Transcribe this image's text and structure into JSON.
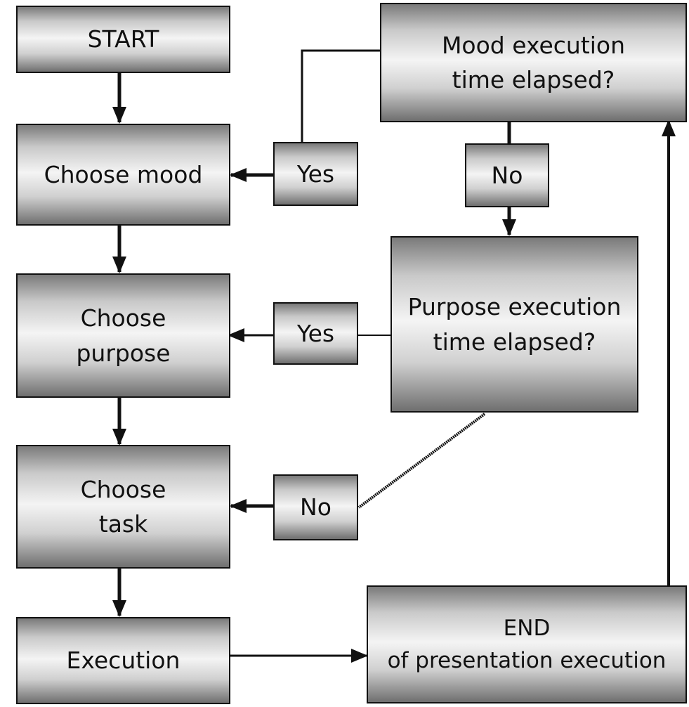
{
  "nodes": {
    "start": "START",
    "choose_mood": "Choose mood",
    "choose_purpose": "Choose\npurpose",
    "choose_task": "Choose\ntask",
    "execution": "Execution",
    "mood_question": "Mood execution\ntime elapsed?",
    "purpose_question": "Purpose execution\ntime elapsed?",
    "end": "END\nof presentation execution"
  },
  "edge_labels": {
    "mood_yes": "Yes",
    "mood_no": "No",
    "purpose_yes": "Yes",
    "purpose_no": "No"
  }
}
